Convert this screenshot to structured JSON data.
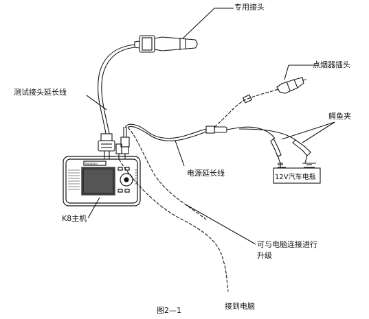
{
  "labels": {
    "special_connector": "专用接头",
    "cigarette_plug": "点烟器插头",
    "test_extension_cable": "测试接头延长线",
    "alligator_clips": "鳄鱼夹",
    "power_extension_cable": "电源延长线",
    "battery": "12V汽车电瓶",
    "main_unit": "K8主机",
    "pc_upgrade_line1": "可与电脑连接进行",
    "pc_upgrade_line2": "升级",
    "to_computer": "接到电脑",
    "figure_caption": "图2—1"
  },
  "device_brand": "Autoboss"
}
